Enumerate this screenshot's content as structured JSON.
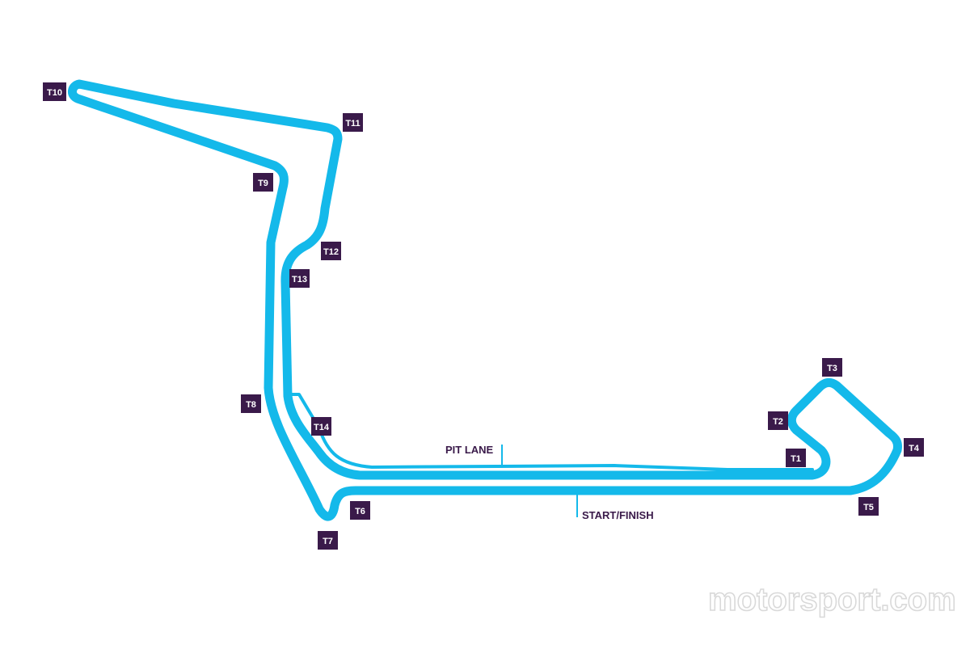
{
  "colors": {
    "track": "#14b9ea",
    "label_box": "#3a1a4a",
    "label_text": "#ffffff",
    "marker_text": "#3a1a4a",
    "watermark": "#d9d9d9"
  },
  "turns": [
    "T1",
    "T2",
    "T3",
    "T4",
    "T5",
    "T6",
    "T7",
    "T8",
    "T9",
    "T10",
    "T11",
    "T12",
    "T13",
    "T14"
  ],
  "markers": {
    "pit_lane": "PIT LANE",
    "start_finish": "START/FINISH"
  },
  "watermark": "motorsport.com"
}
